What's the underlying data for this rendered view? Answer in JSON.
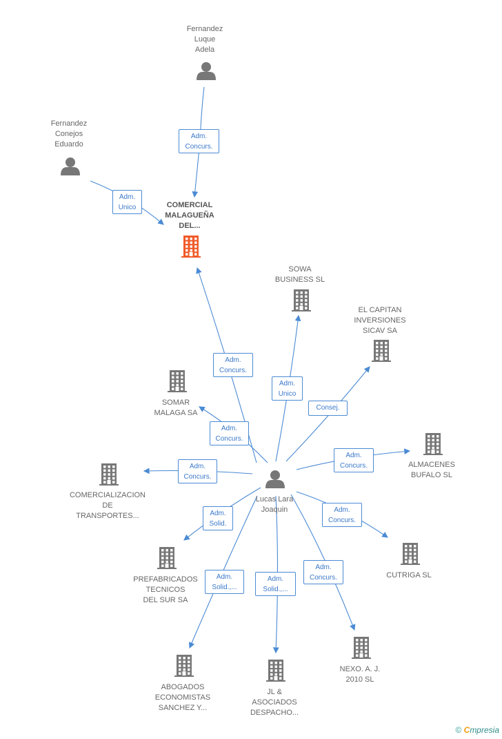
{
  "colors": {
    "edge": "#4a8ad4",
    "node": "#777777",
    "main_node": "#f05a28"
  },
  "nodes": [
    {
      "id": "fernandez_luque",
      "type": "person",
      "lines": [
        "Fernandez",
        "Luque",
        "Adela"
      ]
    },
    {
      "id": "fernandez_conejos",
      "type": "person",
      "lines": [
        "Fernandez",
        "Conejos",
        "Eduardo"
      ]
    },
    {
      "id": "comercial",
      "type": "company-main",
      "lines": [
        "COMERCIAL",
        "MALAGUEÑA",
        "DEL..."
      ]
    },
    {
      "id": "sowa",
      "type": "company",
      "lines": [
        "SOWA",
        "BUSINESS SL"
      ]
    },
    {
      "id": "capitan",
      "type": "company",
      "lines": [
        "EL CAPITAN",
        "INVERSIONES",
        "SICAV SA"
      ]
    },
    {
      "id": "somar",
      "type": "company",
      "lines": [
        "SOMAR",
        "MALAGA SA"
      ]
    },
    {
      "id": "almacenes",
      "type": "company",
      "lines": [
        "ALMACENES",
        "BUFALO SL"
      ]
    },
    {
      "id": "comercializacion",
      "type": "company",
      "lines": [
        "COMERCIALIZACION",
        "DE",
        "TRANSPORTES..."
      ]
    },
    {
      "id": "lucas",
      "type": "person",
      "lines": [
        "Lucas Lara",
        "Joaquin"
      ]
    },
    {
      "id": "prefabricados",
      "type": "company",
      "lines": [
        "PREFABRICADOS",
        "TECNICOS",
        "DEL SUR SA"
      ]
    },
    {
      "id": "cutriga",
      "type": "company",
      "lines": [
        "CUTRIGA SL"
      ]
    },
    {
      "id": "abogados",
      "type": "company",
      "lines": [
        "ABOGADOS",
        "ECONOMISTAS",
        "SANCHEZ Y..."
      ]
    },
    {
      "id": "jl",
      "type": "company",
      "lines": [
        "JL &",
        "ASOCIADOS",
        "DESPACHO..."
      ]
    },
    {
      "id": "nexo",
      "type": "company",
      "lines": [
        "NEXO. A. J.",
        "2010 SL"
      ]
    }
  ],
  "edges": [
    {
      "from": "fernandez_luque",
      "to": "comercial",
      "lines": [
        "Adm.",
        "Concurs."
      ]
    },
    {
      "from": "fernandez_conejos",
      "to": "comercial",
      "lines": [
        "Adm.",
        "Unico"
      ]
    },
    {
      "from": "lucas",
      "to": "comercial",
      "lines": [
        "Adm.",
        "Concurs."
      ]
    },
    {
      "from": "lucas",
      "to": "sowa",
      "lines": [
        "Adm.",
        "Unico"
      ]
    },
    {
      "from": "lucas",
      "to": "capitan",
      "lines": [
        "Consej."
      ]
    },
    {
      "from": "lucas",
      "to": "somar",
      "lines": [
        "Adm.",
        "Concurs."
      ]
    },
    {
      "from": "lucas",
      "to": "almacenes",
      "lines": [
        "Adm.",
        "Concurs."
      ]
    },
    {
      "from": "lucas",
      "to": "comercializacion",
      "lines": [
        "Adm.",
        "Concurs."
      ]
    },
    {
      "from": "lucas",
      "to": "prefabricados",
      "lines": [
        "Adm.",
        "Solid."
      ]
    },
    {
      "from": "lucas",
      "to": "cutriga",
      "lines": [
        "Adm.",
        "Concurs."
      ]
    },
    {
      "from": "lucas",
      "to": "abogados",
      "lines": [
        "Adm.",
        "Solid.,..."
      ]
    },
    {
      "from": "lucas",
      "to": "jl",
      "lines": [
        "Adm.",
        "Solid.,..."
      ]
    },
    {
      "from": "lucas",
      "to": "nexo",
      "lines": [
        "Adm.",
        "Concurs."
      ]
    }
  ],
  "footer": {
    "copyright": "©",
    "brand_e": "C",
    "brand_rest": "mpresia"
  }
}
